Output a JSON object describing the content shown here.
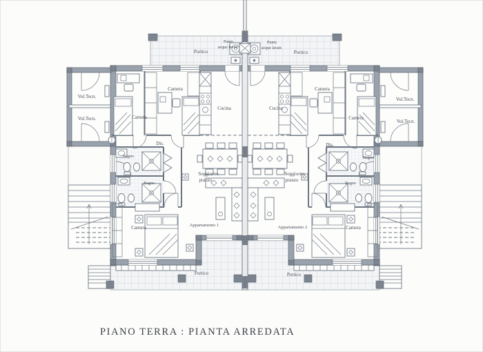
{
  "title": "PIANO TERRA : PIANTA ARREDATA",
  "labels": {
    "portico": "Portico",
    "punto_acque_line1": "Punto",
    "punto_acque_line2": "acque lavatr.",
    "vol_tecn": "Vol.Tecn.",
    "camera": "Camera",
    "cucina": "Cucina",
    "dis": "Dis.",
    "bagno": "Bagno",
    "soggiorno_line1": "Soggiorno",
    "soggiorno_line2": "pranzo",
    "apartment_1": "Appartamento 1",
    "apartment_2": "Appartamento 2"
  },
  "colors": {
    "wall_fill": "#9aa3ad",
    "wall_dark": "#596069",
    "line_ink": "#6e7884",
    "grid_line": "#c7ced7",
    "text_ink": "#474c56"
  }
}
